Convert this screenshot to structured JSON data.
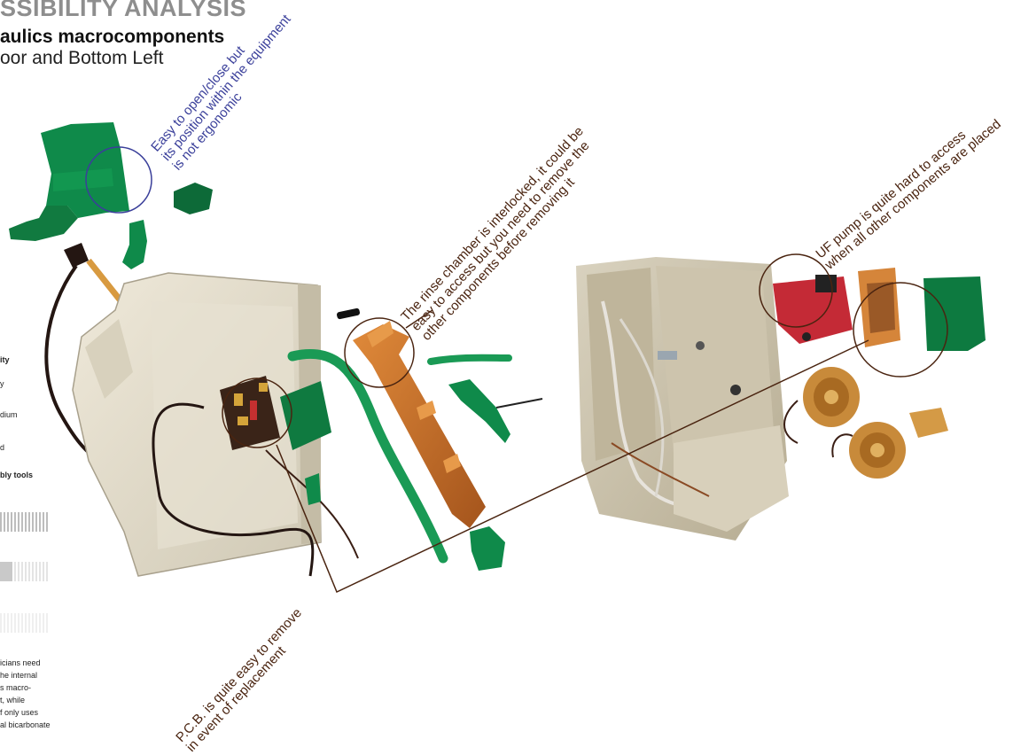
{
  "header": {
    "title": "SSIBILITY ANALYSIS",
    "subtitle": "aulics macrocomponents",
    "section": "oor and Bottom Left"
  },
  "sidebar_legend": {
    "heading": "ity",
    "items": [
      "y",
      "dium",
      "d"
    ],
    "tools_label": "bly tools"
  },
  "sidebar_text": [
    "icians need",
    "he internal",
    "s macro-",
    "t, while",
    "f only uses",
    "al bicarbonate"
  ],
  "annotations": {
    "open_close": [
      "Easy to open/close but",
      "its position within the equipment",
      "is not ergonomic"
    ],
    "rinse_chamber": [
      "The rinse chamber is interlocked, it could be",
      "easy to access but you need to remove the",
      "other components before removing it"
    ],
    "uf_pump": [
      "UF pump is quite hard to access",
      "when all other components are placed"
    ],
    "pcb": [
      "P.C.B. is quite easy to remove",
      "in event of replacement"
    ]
  },
  "colors": {
    "annotation_blue": "#3a3f9a",
    "annotation_brown": "#4a2410",
    "component_green": "#0f8a4a",
    "component_orange": "#c8702a",
    "housing_beige": "#e2dccb",
    "pump_red": "#c42a36"
  }
}
